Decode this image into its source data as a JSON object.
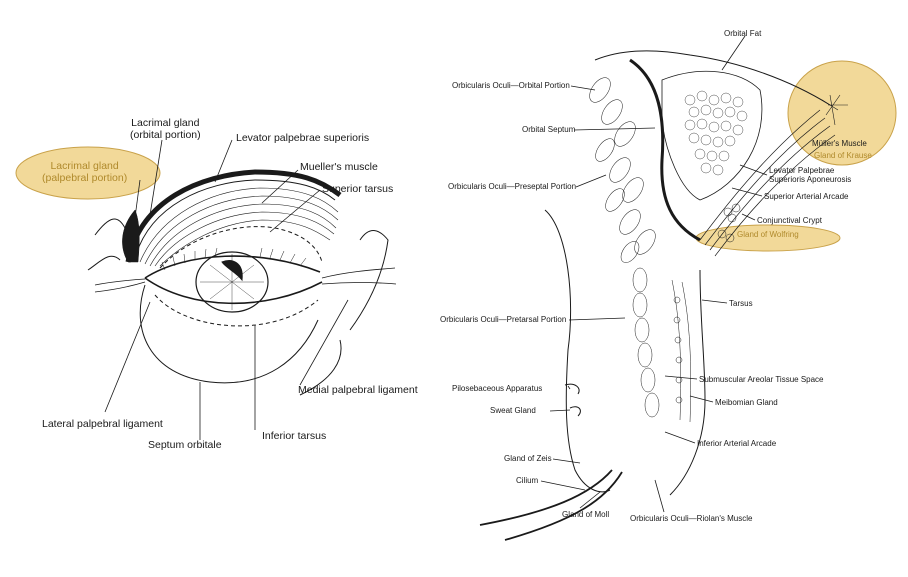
{
  "left_diagram": {
    "labels": {
      "lacrimal_orbital": "Lacrimal gland\n(orbital portion)",
      "lacrimal_palpebral": "Lacrimal gland\n(palpebral portion)",
      "levator": "Levator palpebrae superioris",
      "mueller": "Mueller's muscle",
      "superior_tarsus": "Superior tarsus",
      "medial_ligament": "Medial palpebral ligament",
      "lateral_ligament": "Lateral palpebral ligament",
      "inferior_tarsus": "Inferior tarsus",
      "septum": "Septum orbitale"
    }
  },
  "right_diagram": {
    "labels": {
      "orbital_fat": "Orbital Fat",
      "oo_orbital": "Orbicularis Oculi—Orbital Portion",
      "orbital_septum": "Orbital Septum",
      "oo_preseptal": "Orbicularis Oculi—Preseptal Portion",
      "oo_pretarsal": "Orbicularis Oculi—Pretarsal Portion",
      "pilosebaceous": "Pilosebaceous Apparatus",
      "sweat_gland": "Sweat Gland",
      "gland_zeis": "Gland of Zeis",
      "cilium": "Cilium",
      "gland_moll": "Gland of Moll",
      "riolan": "Orbicularis Oculi—Riolan's Muscle",
      "inferior_arcade": "Inferior Arterial Arcade",
      "meibomian": "Meibomian Gland",
      "submuscular": "Submuscular Areolar Tissue Space",
      "tarsus": "Tarsus",
      "gland_wolfring": "Gland of Wolfring",
      "conjunctival_crypt": "Conjunctival Crypt",
      "superior_arcade": "Superior Arterial Arcade",
      "levator_aponeurosis": "Levator Palpebrae\nSuperioris Aponeurosis",
      "muller": "Müller's Muscle",
      "gland_krause": "Gland of Krause"
    }
  },
  "colors": {
    "highlight_fill": "#f2d999",
    "highlight_stroke": "#c9a24a",
    "line": "#1a1a1a",
    "highlight_text": "#b08a2c"
  }
}
